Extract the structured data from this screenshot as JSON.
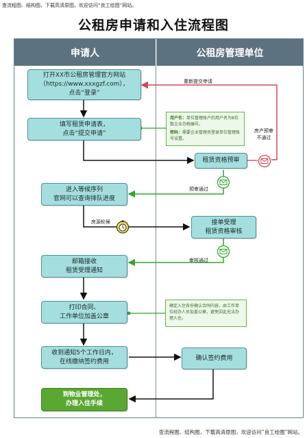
{
  "header_note": "查流程图、结构图，下载高清原图，欢迎访问“良工绘图”网站。",
  "footer_note": "查流程图、结构图，下载高清原图，欢迎访问“良工绘图”网站。",
  "title": "公租房申请和入住流程图",
  "lanes": {
    "applicant": "申请人",
    "management": "公租房管理单位"
  },
  "steps": {
    "step1": {
      "line1": "打开XX市公租房管理官方网站",
      "line2": "（https://www.xxxgzf.com），",
      "line3": "点击“登录”"
    },
    "step2": {
      "line1": "填写租赁申请表，",
      "line2": "点击“提交申请”"
    },
    "review": {
      "line1": "租赁资格预审"
    },
    "queue": {
      "line1": "进入等候序列",
      "line2": "官网可以查询排队进度"
    },
    "accept": {
      "line1": "接单受理",
      "line2": "租赁资格审核"
    },
    "notice": {
      "line1": "邮箱接收",
      "line2": "租赁受理通知"
    },
    "print": {
      "line1": "打印合同、",
      "line2": "工作单位加盖公章"
    },
    "pay": {
      "line1": "收到通知5个工作日内，",
      "line2": "在线缴纳签约费用"
    },
    "confirm": {
      "line1": "确认签约费用"
    },
    "final": {
      "line1": "到物业管理处，",
      "line2": "办理入住手续"
    }
  },
  "notes": {
    "account": {
      "label1": "用户名：",
      "text1": "单位管理账户的用户名为8位数企业办税编号。",
      "label2": "密码：",
      "text2": "需要企业管理员登录单位管理账号设置。"
    },
    "contract": {
      "text": "确定入住各份确认合同内容，由工作单位经办人员加盖公章，避免因此无法办理入住。"
    }
  },
  "edge_labels": {
    "resubmit": "重新提交申请",
    "not_pass_1": "房产预审",
    "not_pass_2": "不通过",
    "pre_pass": "预审通过",
    "rotation": "房源轮候",
    "audit_pass": "审核通过"
  },
  "icons": {
    "envelope": "envelope-icon",
    "timer": "stopwatch-icon"
  },
  "colors": {
    "lane_header": "#5d7280",
    "box_fill": "#a5dede",
    "box_border": "#4e8f95",
    "final_fill": "#5aa832",
    "flow_line": "#111111",
    "pass_line": "#2ea82e",
    "reject_line": "#d64550"
  }
}
